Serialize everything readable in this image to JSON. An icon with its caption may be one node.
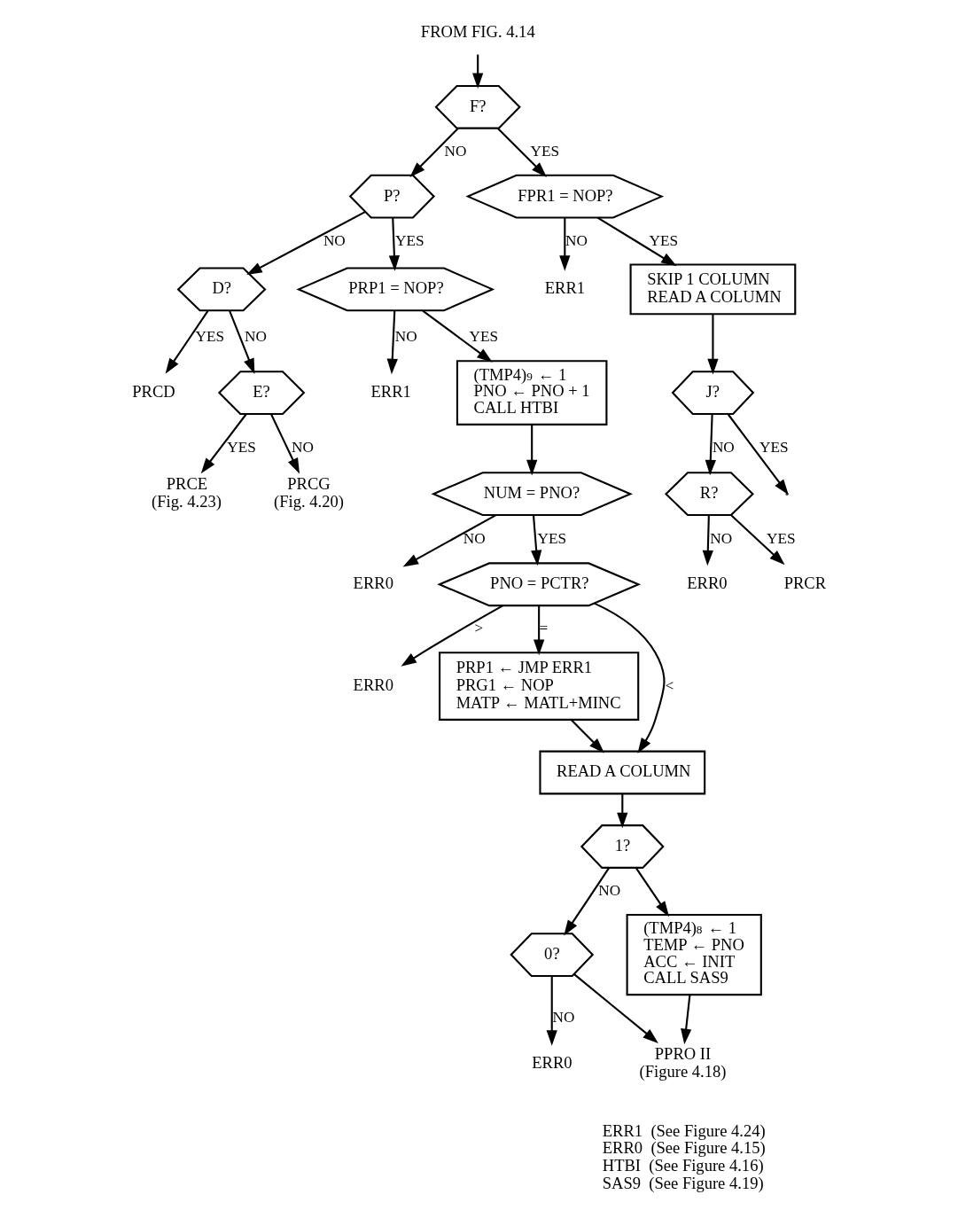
{
  "diagram": {
    "nodes": [
      {
        "text": [
          "FROM FIG. 4.14"
        ]
      },
      {
        "text": [
          "F?"
        ]
      },
      {
        "text": [
          "P?"
        ]
      },
      {
        "text": [
          "D?"
        ]
      },
      {
        "text": [
          "PRCD"
        ]
      },
      {
        "text": [
          "E?"
        ]
      },
      {
        "text": [
          "PRCE"
        ],
        "beside": [
          "(Fig. 4.23)"
        ]
      },
      {
        "text": [
          "PRCG"
        ],
        "beside": [
          "(Fig. 4.20)"
        ]
      },
      {
        "text": [
          "FPR1 = NOP?"
        ]
      },
      {
        "text": [
          "ERR1"
        ]
      },
      {
        "text": [
          "SKIP 1 COLUMN",
          "READ A COLUMN"
        ]
      },
      {
        "text": [
          "J?"
        ]
      },
      {
        "text": [
          "R?"
        ]
      },
      {
        "text": [
          "ERR0"
        ]
      },
      {
        "text": [
          "PRCR"
        ]
      },
      {
        "text": [
          "PRP1 = NOP?"
        ]
      },
      {
        "text": [
          "ERR1"
        ]
      },
      {
        "text": [
          "(TMP4)$_{9}$ ← 1",
          "PNO ← PNO + 1",
          "CALL HTBI"
        ]
      },
      {
        "text": [
          "NUM = PNO?"
        ]
      },
      {
        "text": [
          "ERR0"
        ]
      },
      {
        "text": [
          "PNO = PCTR?"
        ]
      },
      {
        "text": [
          "ERR0"
        ]
      },
      {
        "text": [
          "PRP1 ← JMP ERR1",
          "PRG1 ← NOP",
          "MATP ← MATL+MINC"
        ]
      },
      {
        "text": [
          "READ A COLUMN"
        ]
      },
      {
        "text": [
          "1?"
        ]
      },
      {
        "text": [
          "0?"
        ]
      },
      {
        "text": [
          "ERR0"
        ]
      },
      {
        "text": [
          "(TMP4)$_{8}$ ← 1",
          "TEMP ← PNO",
          "ACC ← INIT",
          "CALL SAS9"
        ]
      },
      {
        "text": [
          "PPRO II"
        ],
        "beside": [
          "(Figure 4.18)"
        ]
      }
    ],
    "edges": [
      {
        "from": 0,
        "to": 1,
        "arrow": "to"
      },
      {
        "from": 1,
        "to": 2,
        "arrow": "to",
        "label": "NO"
      },
      {
        "from": 1,
        "to": 8,
        "arrow": "to",
        "label": "YES"
      },
      {
        "from": 2,
        "to": 15,
        "arrow": "to",
        "label": "YES"
      },
      {
        "from": 2,
        "to": 3,
        "arrow": "to",
        "label": "NO"
      },
      {
        "from": 3,
        "to": 4,
        "arrow": "to",
        "label": "YES"
      },
      {
        "from": 3,
        "to": 5,
        "arrow": "to",
        "label": "NO"
      },
      {
        "from": 5,
        "to": 6,
        "arrow": "to",
        "label": "YES"
      },
      {
        "from": 5,
        "to": 7,
        "arrow": "to",
        "label": "NO"
      },
      {
        "from": 8,
        "to": 9,
        "arrow": "to",
        "label": "NO"
      },
      {
        "from": 8,
        "to": 10,
        "arrow": "to",
        "label": "YES"
      },
      {
        "from": 10,
        "to": 11,
        "arrow": "to"
      },
      {
        "from": 11,
        "to": null,
        "arrow": "to",
        "label": "YES"
      },
      {
        "from": 11,
        "to": 12,
        "arrow": "to",
        "label": "NO"
      },
      {
        "from": 12,
        "to": 13,
        "arrow": "to",
        "label": "NO"
      },
      {
        "from": 12,
        "to": 14,
        "arrow": "to",
        "label": "YES"
      },
      {
        "from": 15,
        "to": 17,
        "arrow": "to",
        "label": "YES"
      },
      {
        "from": 15,
        "to": 16,
        "arrow": "to",
        "label": "NO"
      },
      {
        "from": 17,
        "to": 18,
        "arrow": "to"
      },
      {
        "from": 18,
        "to": 19,
        "arrow": "to",
        "label": "NO"
      },
      {
        "from": 18,
        "to": 20,
        "arrow": "to",
        "label": "YES"
      },
      {
        "from": 20,
        "to": 21,
        "arrow": "to",
        "label": ">"
      },
      {
        "from": 20,
        "to": 22,
        "arrow": "to",
        "label": "="
      },
      {
        "from": 20,
        "to": 23,
        "arrow": "to",
        "label": "<"
      },
      {
        "from": 22,
        "to": 23,
        "arrow": "to"
      },
      {
        "from": 23,
        "to": 24,
        "arrow": "to"
      },
      {
        "from": 24,
        "to": 27,
        "arrow": "to"
      },
      {
        "from": 24,
        "to": 25,
        "arrow": "to",
        "label": "NO"
      },
      {
        "from": 25,
        "to": 26,
        "arrow": "to",
        "label": "NO"
      },
      {
        "from": 27,
        "to": 28,
        "arrow": "to"
      },
      {
        "from": 25,
        "to": 28,
        "arrow": "to"
      }
    ],
    "labels": [
      "ERR1  (See Figure 4.24)",
      "ERR0  (See Figure 4.15)",
      "HTBI  (See Figure 4.16)",
      "SAS9  (See Figure 4.19)"
    ]
  }
}
